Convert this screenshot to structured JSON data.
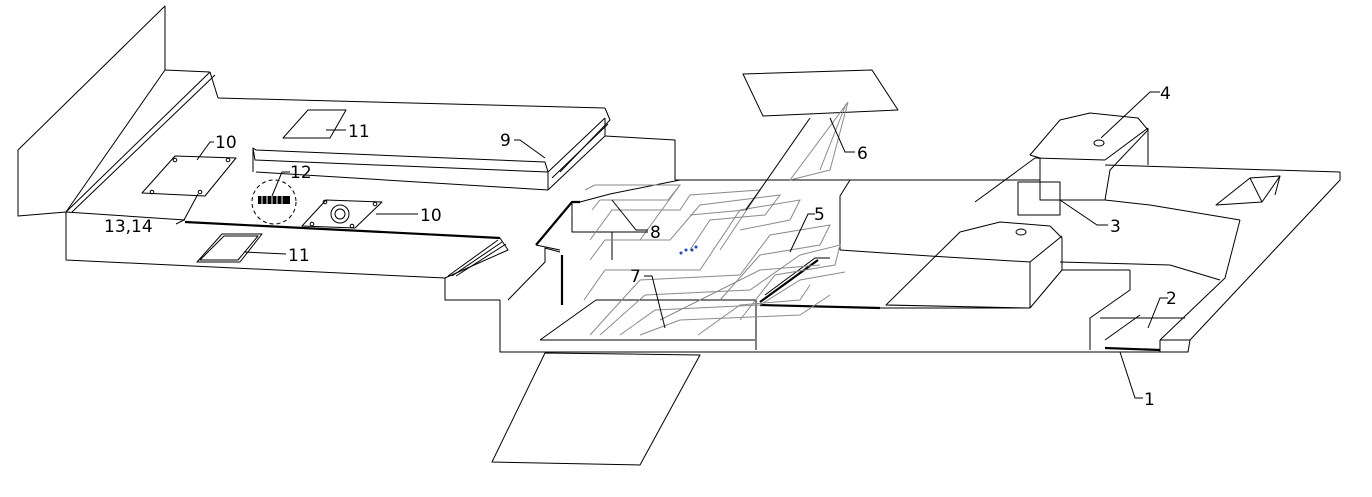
{
  "callouts": [
    {
      "id": "c1",
      "text": "1"
    },
    {
      "id": "c2",
      "text": "2"
    },
    {
      "id": "c3",
      "text": "3"
    },
    {
      "id": "c4",
      "text": "4"
    },
    {
      "id": "c5",
      "text": "5"
    },
    {
      "id": "c6",
      "text": "6"
    },
    {
      "id": "c7",
      "text": "7"
    },
    {
      "id": "c8",
      "text": "8"
    },
    {
      "id": "c9",
      "text": "9"
    },
    {
      "id": "c10a",
      "text": "10"
    },
    {
      "id": "c10b",
      "text": "10"
    },
    {
      "id": "c11a",
      "text": "11"
    },
    {
      "id": "c11b",
      "text": "11"
    },
    {
      "id": "c12",
      "text": "12"
    },
    {
      "id": "c1314",
      "text": "13,14"
    }
  ]
}
